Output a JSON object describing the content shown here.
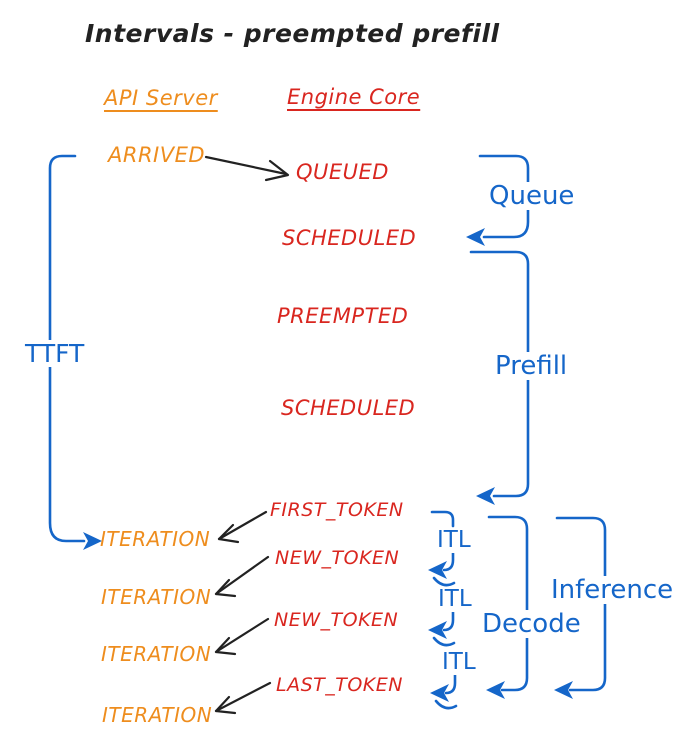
{
  "title": "Intervals - preempted prefill",
  "columns": {
    "api_server": "API Server",
    "engine_core": "Engine Core"
  },
  "api_events": {
    "arrived": "ARRIVED",
    "iteration1": "ITERATION",
    "iteration2": "ITERATION",
    "iteration3": "ITERATION",
    "iteration4": "ITERATION"
  },
  "engine_events": {
    "queued": "QUEUED",
    "scheduled1": "SCHEDULED",
    "preempted": "PREEMPTED",
    "scheduled2": "SCHEDULED",
    "first_token": "FIRST_TOKEN",
    "new_token1": "NEW_TOKEN",
    "new_token2": "NEW_TOKEN",
    "last_token": "LAST_TOKEN"
  },
  "intervals": {
    "ttft": "TTFT",
    "queue": "Queue",
    "prefill": "Prefill",
    "itl1": "ITL",
    "itl2": "ITL",
    "itl3": "ITL",
    "decode": "Decode",
    "inference": "Inference"
  },
  "colors": {
    "api": "#EE8D1E",
    "engine": "#D9261F",
    "interval": "#1566C9",
    "ink": "#222222",
    "background": "#FFFFFF"
  }
}
